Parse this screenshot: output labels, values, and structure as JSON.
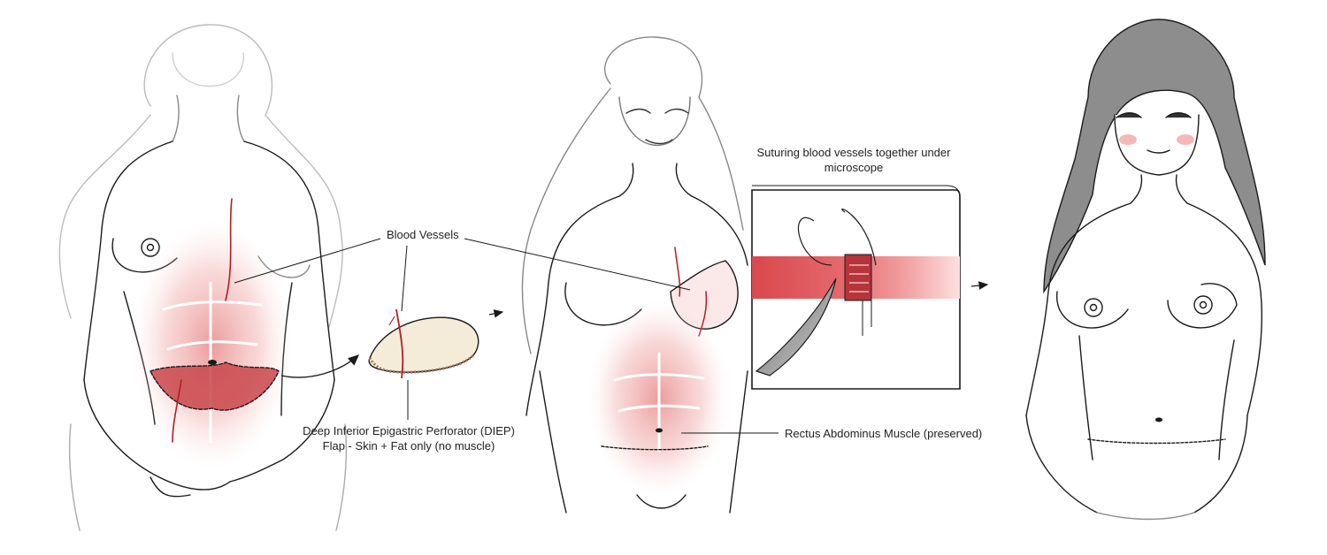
{
  "labels": {
    "blood_vessels": "Blood Vessels",
    "diep_line1": "Deep Inferior Epigastric Perforator (DIEP)",
    "diep_line2": "Flap - Skin + Fat only (no muscle)",
    "suturing_line1": "Suturing blood vessels together under",
    "suturing_line2": "microscope",
    "rectus": "Rectus Abdominus Muscle (preserved)"
  },
  "colors": {
    "ink": "#1a1a1a",
    "flap_red": "#c0393c",
    "pink_shading": "#f2b8b8",
    "vessel_red": "#b01e24",
    "hair_gray": "#8d8d8d",
    "blush": "#f2a6a6"
  }
}
